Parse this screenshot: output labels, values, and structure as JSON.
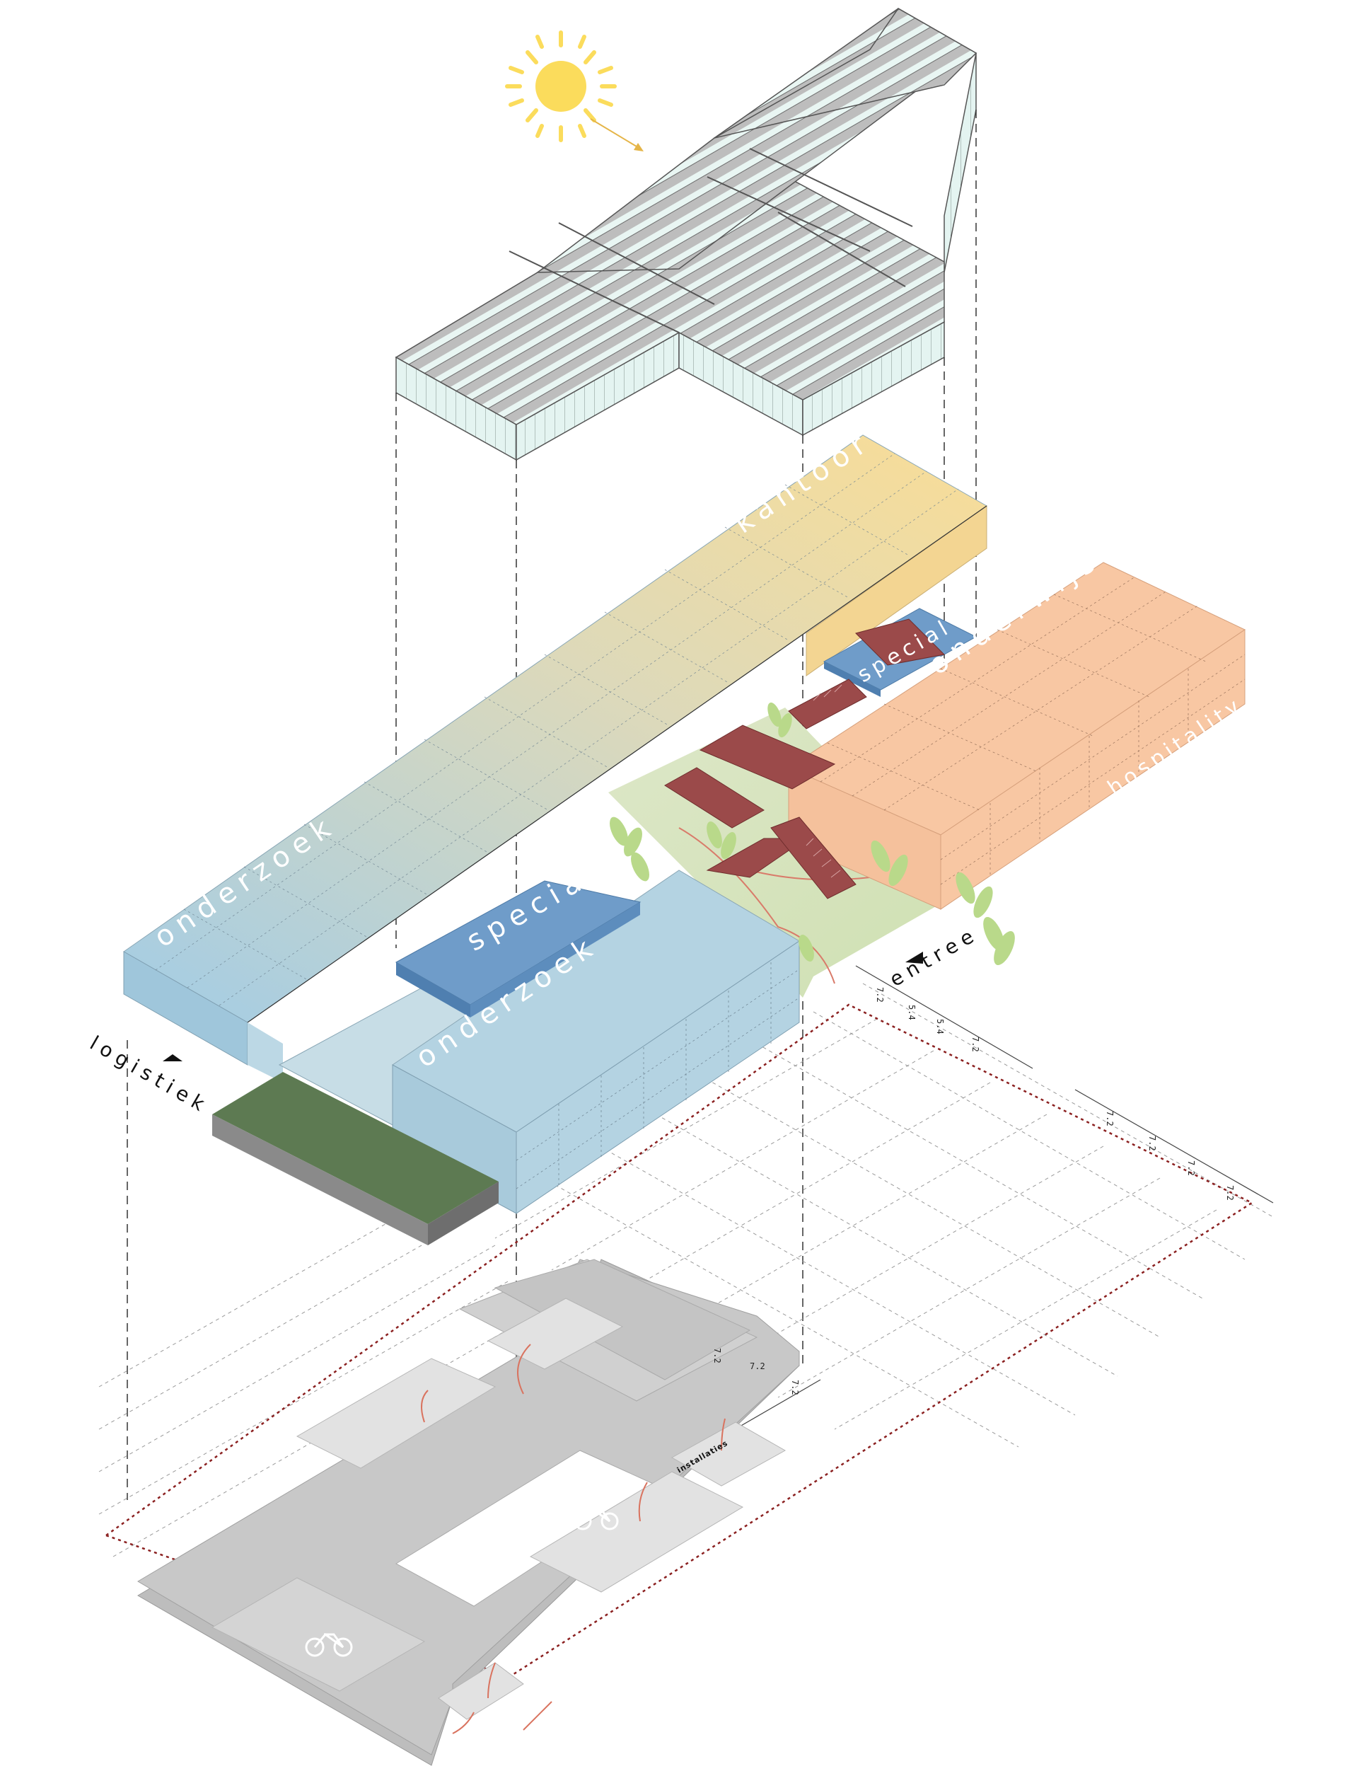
{
  "labels": {
    "kantoor": "kantoor",
    "onderzoek_left": "onderzoek",
    "onderzoek_front": "onderzoek",
    "special_left": "special",
    "special_right": "special",
    "onderwijs": "onderwijs",
    "hospitality": "hospitality",
    "entree": "entree",
    "logistiek": "logistiek",
    "installaties": "installaties"
  },
  "dimensions": {
    "grid_top": [
      "7.2",
      "5.4",
      "5.4",
      "7.2"
    ],
    "grid_right": [
      "7.2",
      "7.2",
      "7.2",
      "7.2"
    ],
    "basement": [
      "7.2",
      "7.2",
      "7.2"
    ]
  },
  "colors": {
    "kantoor": "#f7dc9a",
    "onderzoek": "#a9cde0",
    "special": "#6f9cc9",
    "onderwijs": "#f8c7a3",
    "stairs": "#9b4a4a",
    "green_roof": "#5d7a52",
    "roof": "#b8b8b8",
    "glass": "#e4f4f1",
    "basement": "#c2c2c2",
    "plant": "#b9d98a",
    "sun": "#fbdc5c",
    "boundary": "#8b2020"
  },
  "icons": [
    "sun-icon",
    "bicycle-icon",
    "plant-icon",
    "arrow-icon"
  ]
}
